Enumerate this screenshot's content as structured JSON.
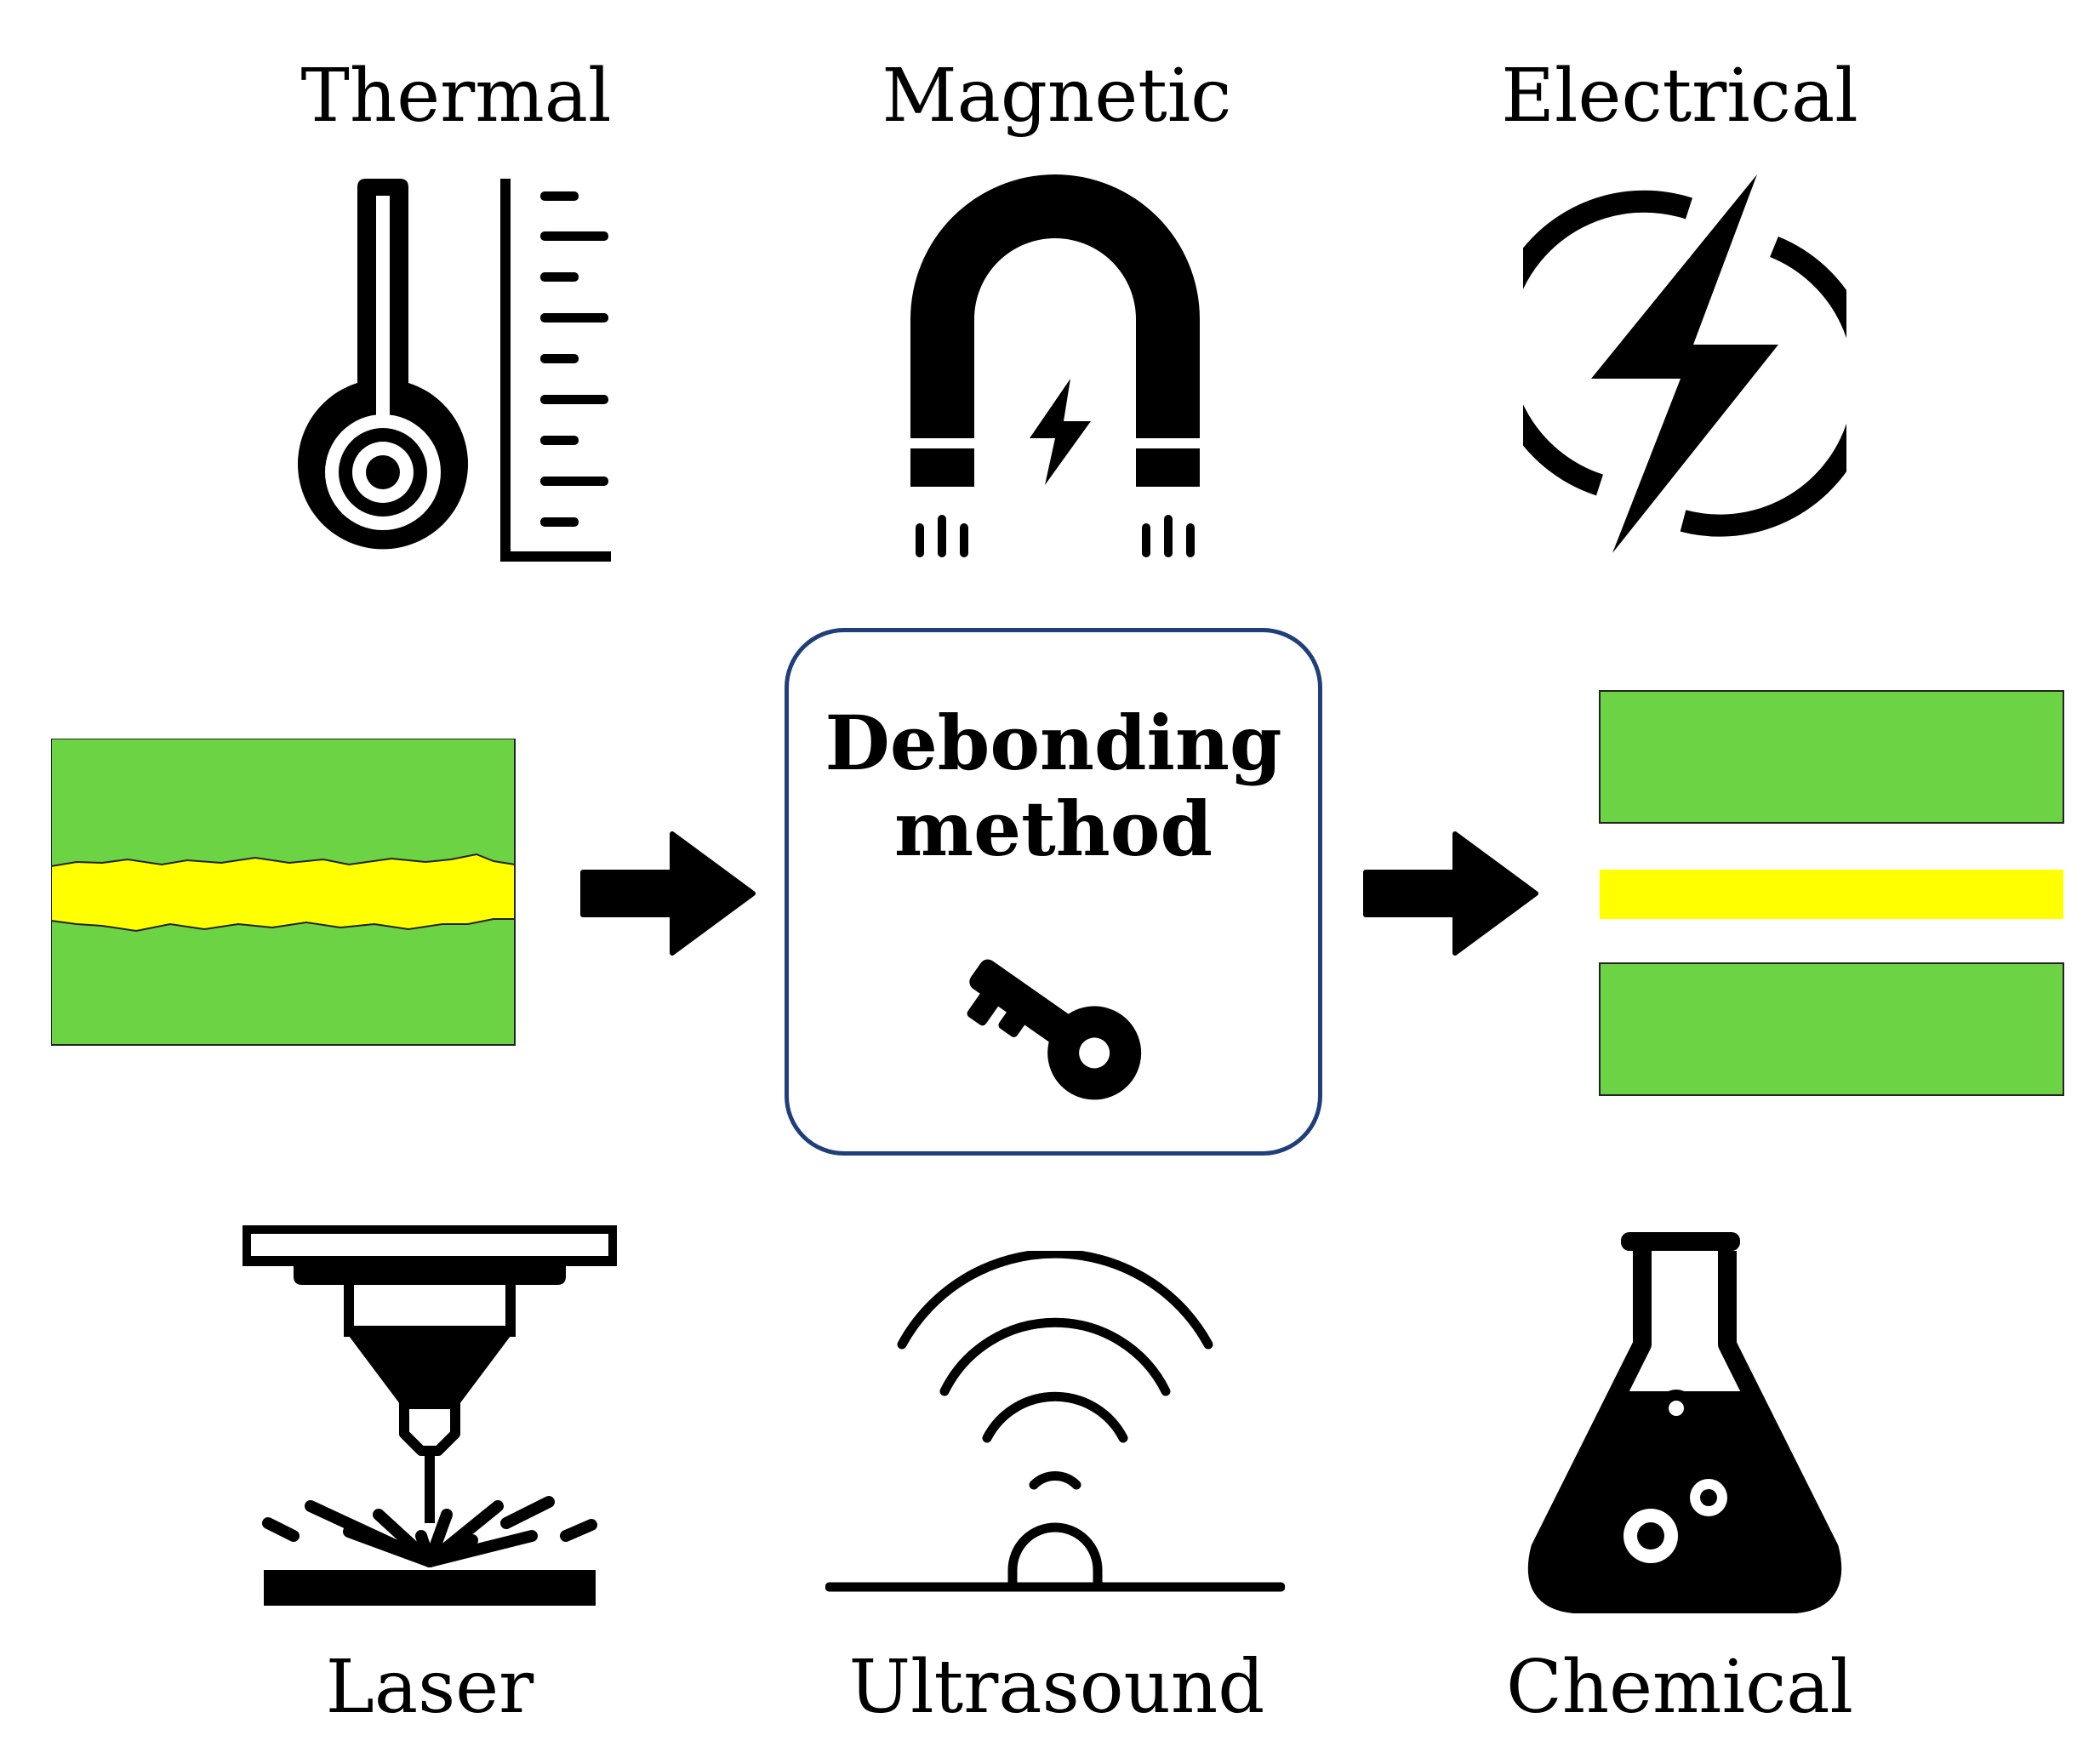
{
  "methods": {
    "thermal": "Thermal",
    "magnetic": "Magnetic",
    "electrical": "Electrical",
    "laser": "Laser",
    "ultrasound": "Ultrasound",
    "chemical": "Chemical"
  },
  "center": {
    "line1": "Debonding",
    "line2": "method"
  },
  "colors": {
    "substrate": "#6cd344",
    "adhesive": "#ffff00",
    "box_border": "#1f3f7a",
    "icon": "#000000"
  }
}
